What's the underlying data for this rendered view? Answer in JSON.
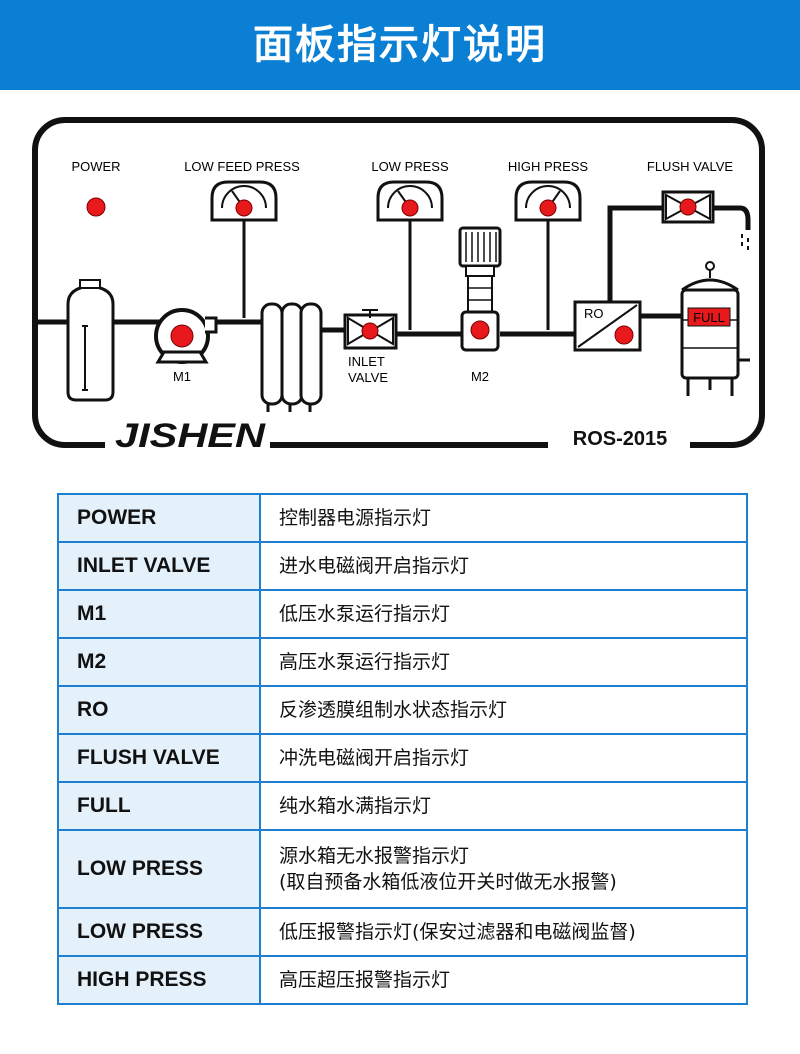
{
  "title": "面板指示灯说明",
  "panel": {
    "labels": {
      "power": "POWER",
      "low_feed_press": "LOW FEED PRESS",
      "low_press": "LOW PRESS",
      "high_press": "HIGH PRESS",
      "flush_valve": "FLUSH VALVE",
      "m1": "M1",
      "inlet_valve_line1": "INLET",
      "inlet_valve_line2": "VALVE",
      "m2": "M2",
      "ro": "RO",
      "full": "FULL",
      "brand": "JISHEN",
      "model": "ROS-2015"
    },
    "indicator_color": "#e8191d",
    "line_color": "#111111"
  },
  "legend": [
    {
      "name": "POWER",
      "desc": [
        "控制器电源指示灯"
      ]
    },
    {
      "name": "INLET VALVE",
      "desc": [
        "进水电磁阀开启指示灯"
      ]
    },
    {
      "name": "M1",
      "desc": [
        "低压水泵运行指示灯"
      ]
    },
    {
      "name": "M2",
      "desc": [
        "高压水泵运行指示灯"
      ]
    },
    {
      "name": "RO",
      "desc": [
        "反渗透膜组制水状态指示灯"
      ]
    },
    {
      "name": "FLUSH VALVE",
      "desc": [
        "冲洗电磁阀开启指示灯"
      ]
    },
    {
      "name": "FULL",
      "desc": [
        "纯水箱水满指示灯"
      ]
    },
    {
      "name": "LOW PRESS",
      "desc": [
        "源水箱无水报警指示灯",
        "(取自预备水箱低液位开关时做无水报警)"
      ]
    },
    {
      "name": "LOW PRESS",
      "desc": [
        "低压报警指示灯(保安过滤器和电磁阀监督)"
      ]
    },
    {
      "name": "HIGH PRESS",
      "desc": [
        "高压超压报警指示灯"
      ]
    }
  ],
  "colors": {
    "header": "#0b7fd3",
    "table_border": "#1e7fd0",
    "name_cell_bg": "#e4f1fb"
  }
}
